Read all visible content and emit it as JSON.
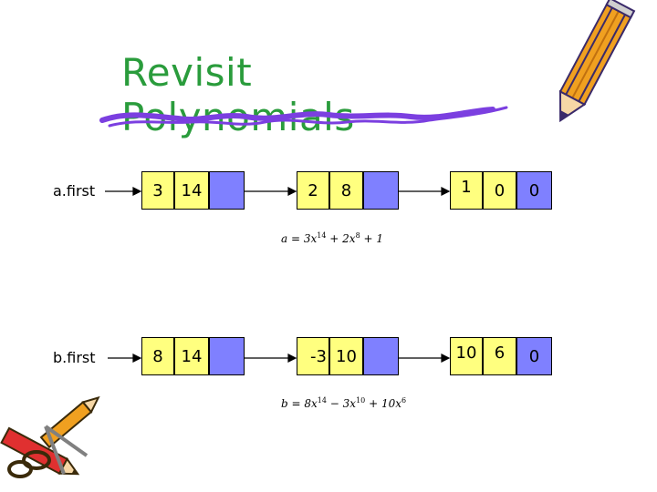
{
  "slide": {
    "title": "Revisit Polynomials"
  },
  "list_a": {
    "head_label": "a.first",
    "nodes": [
      {
        "coef": "3",
        "exp": "14"
      },
      {
        "coef": "2",
        "exp": "8"
      },
      {
        "coef": "1",
        "exp": "0",
        "link": "0"
      }
    ],
    "formula": {
      "lhs": "a = 3",
      "v1": "x",
      "e1": "14",
      "p1": " + 2",
      "v2": "x",
      "e2": "8",
      "p2": " + 1"
    }
  },
  "list_b": {
    "head_label": "b.first",
    "nodes": [
      {
        "coef": "8",
        "exp": "14"
      },
      {
        "coef": "-3",
        "exp": "10"
      },
      {
        "coef": "10",
        "exp": "6",
        "link": "0"
      }
    ],
    "formula": {
      "lhs": "b = 8",
      "v1": "x",
      "e1": "14",
      "p1": " − 3",
      "v2": "x",
      "e2": "10",
      "p2": " + 10",
      "v3": "x",
      "e3": "6"
    }
  },
  "colors": {
    "title": "#2a9c3c",
    "data_cell": "#ffff7f",
    "link_cell": "#7f80ff",
    "scribble": "#7b3fe0",
    "pencil_body": "#f0a020",
    "pencil_dark": "#3a2a6a"
  },
  "icons": [
    "pencil-icon",
    "scissors-pencils-icon"
  ]
}
